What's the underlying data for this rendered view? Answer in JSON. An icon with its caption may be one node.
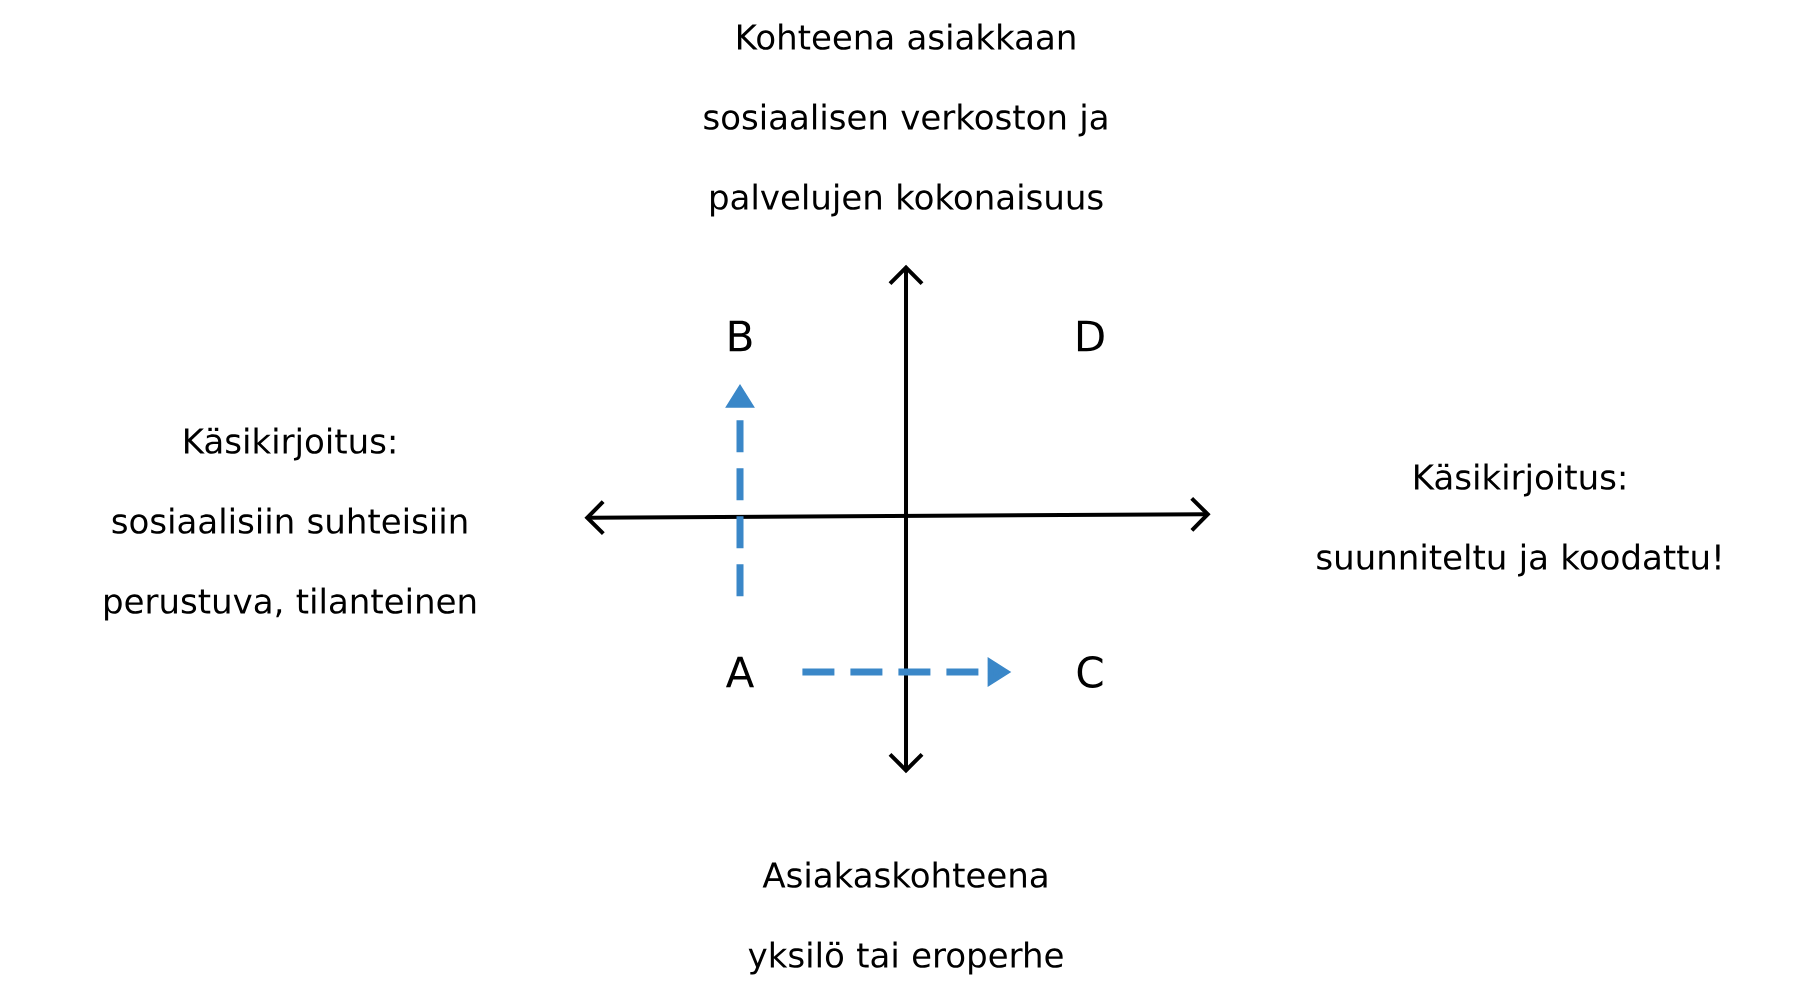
{
  "diagram": {
    "nodes": [
      {
        "text": [
          "Kohteena asiakkaan sosiaalisen verkoston ja palvelujen kokonaisuus"
        ]
      },
      {
        "text": [
          "Käsikirjoitus: sosiaalisiin suhteisiin perustuva, tilanteinen"
        ]
      },
      {
        "text": [
          "Käsikirjoitus: suunniteltu ja koodattu!"
        ]
      },
      {
        "text": [
          "Asiakaskohteena yksilö tai eroperhe"
        ]
      },
      {
        "text": [
          "B"
        ]
      },
      {
        "text": [
          "D"
        ]
      },
      {
        "text": [
          "A"
        ]
      },
      {
        "text": [
          "C"
        ]
      }
    ],
    "edges": [
      {
        "from": 0,
        "to": 3,
        "arrow": "both"
      },
      {
        "from": 1,
        "to": 2,
        "arrow": "both"
      },
      {
        "from": 6,
        "to": 4,
        "arrow": "to",
        "style": "dashed",
        "color": "#3a87c8"
      },
      {
        "from": 6,
        "to": 7,
        "arrow": "to",
        "style": "dashed",
        "color": "#3a87c8"
      }
    ]
  }
}
